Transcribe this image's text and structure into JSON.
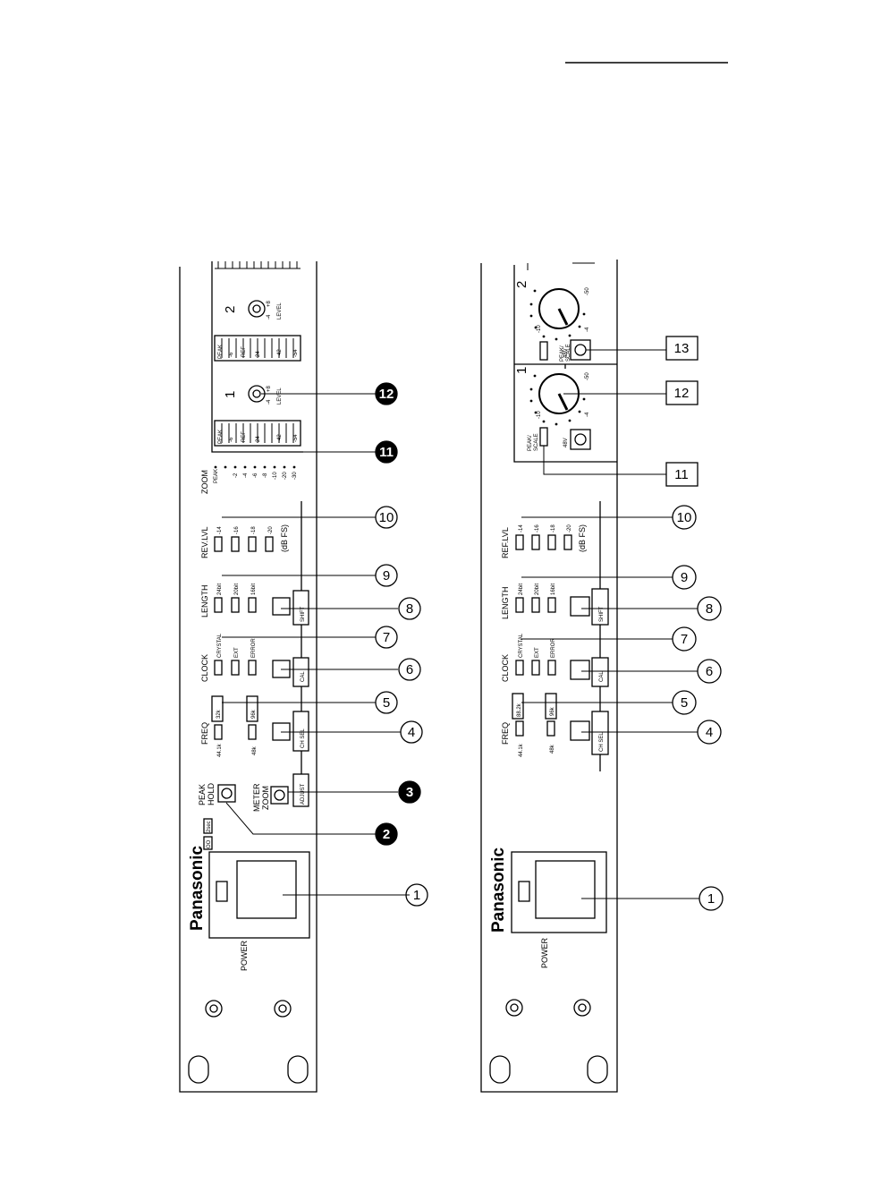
{
  "brand": "Panasonic",
  "left_panel": {
    "power": "POWER",
    "peak_hold": [
      "PEAK",
      "HOLD"
    ],
    "peak_hold_options": [
      "2sec",
      "OO"
    ],
    "meter_zoom": [
      "METER",
      "ZOOM"
    ],
    "adjust_button": "ADJUST",
    "freq": "FREQ",
    "freq_options": [
      "44.1k",
      "48k"
    ],
    "freq_boxed": [
      "32k",
      "96k"
    ],
    "chsel_button": "CH SEL",
    "clock": "CLOCK",
    "clock_options": [
      "CRYSTAL",
      "EXT",
      "ERROR"
    ],
    "cal_button": "CAL",
    "length": "LENGTH",
    "length_options": [
      "24bit",
      "20bit",
      "16bit"
    ],
    "shift_button": "SHIFT",
    "ref_lvl": "REV.LVL",
    "ref_lvl_options": [
      "-14",
      "-16",
      "-18",
      "-20"
    ],
    "dbfs": "(dB FS)",
    "zoom": "ZOOM",
    "zoom_scale": [
      "PEAK",
      "-2",
      "-4",
      "-6",
      "-8",
      "-10",
      "-20",
      "-30"
    ],
    "meter_scale": [
      "PEAK",
      "-6",
      "REF",
      "24",
      "-42",
      "-54"
    ],
    "channels": [
      "1",
      "2"
    ],
    "level": "LEVEL",
    "level_scale": [
      "-4",
      "+8"
    ],
    "callouts": [
      "1",
      "2",
      "3",
      "4",
      "5",
      "6",
      "7",
      "8",
      "9",
      "10",
      "11",
      "12"
    ]
  },
  "right_panel": {
    "power": "POWER",
    "freq": "FREQ",
    "freq_options": [
      "44.1k",
      "48k"
    ],
    "freq_boxed": [
      "88.2k",
      "96k"
    ],
    "chsel_button": "CH SEL",
    "clock": "CLOCK",
    "clock_options": [
      "CRYSTAL",
      "EXT",
      "ERROR"
    ],
    "cal_button": "CAL",
    "length": "LENGTH",
    "length_options": [
      "24bit",
      "20bit",
      "16bit"
    ],
    "shift_button": "SHIFT",
    "ref_lvl": "REF.LVL",
    "ref_lvl_options": [
      "-14",
      "-16",
      "-18",
      "-20"
    ],
    "dbfs": "(dB FS)",
    "peak_scale": [
      "PEAK/",
      "SCALE"
    ],
    "phantom": "48V",
    "channels": [
      "1",
      "2"
    ],
    "knob_scale": [
      "-10",
      "-4",
      "-50"
    ],
    "callouts": [
      "1",
      "4",
      "5",
      "6",
      "7",
      "8",
      "9",
      "10",
      "11",
      "12",
      "13"
    ]
  }
}
